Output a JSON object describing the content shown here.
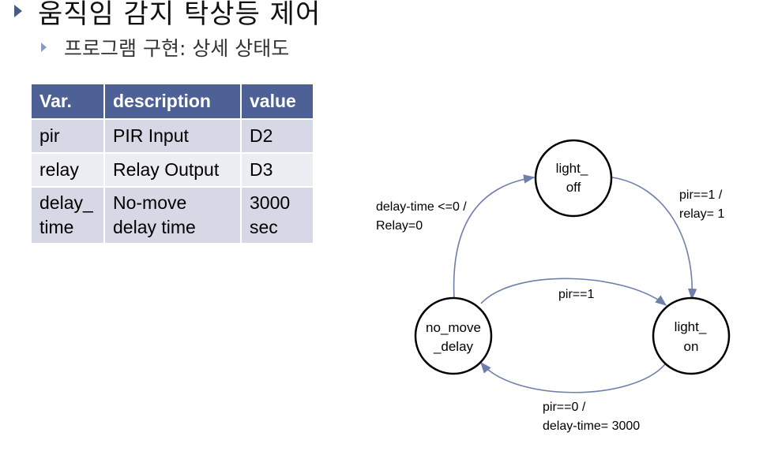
{
  "heading": {
    "title": "움직임 감지 탁상등 제어",
    "subtitle": "프로그램 구현: 상세 상태도"
  },
  "variables_table": {
    "headers": [
      "Var.",
      "description",
      "value"
    ],
    "rows": [
      {
        "var": "pir",
        "description": "PIR Input",
        "value": "D2"
      },
      {
        "var": "relay",
        "description": "Relay Output",
        "value": "D3"
      },
      {
        "var_line1": "delay_",
        "var_line2": "time",
        "description_line1": "No-move",
        "description_line2": "delay time",
        "value_line1": "3000",
        "value_line2": "sec"
      }
    ]
  },
  "state_diagram": {
    "states": {
      "light_off": {
        "line1": "light_",
        "line2": "off"
      },
      "light_on": {
        "line1": "light_",
        "line2": "on"
      },
      "no_move_delay": {
        "line1": "no_move",
        "line2": "_delay"
      }
    },
    "transitions": {
      "off_to_on": {
        "line1": "pir==1 /",
        "line2": "relay= 1"
      },
      "delay_to_on": {
        "line1": "pir==1"
      },
      "on_to_delay": {
        "line1": "pir==0 /",
        "line2": "delay-time= 3000"
      },
      "delay_to_off": {
        "line1": "delay-time <=0 /",
        "line2": "Relay=0"
      }
    },
    "colors": {
      "edge": "#6f7fab",
      "node_stroke": "#000000"
    }
  }
}
